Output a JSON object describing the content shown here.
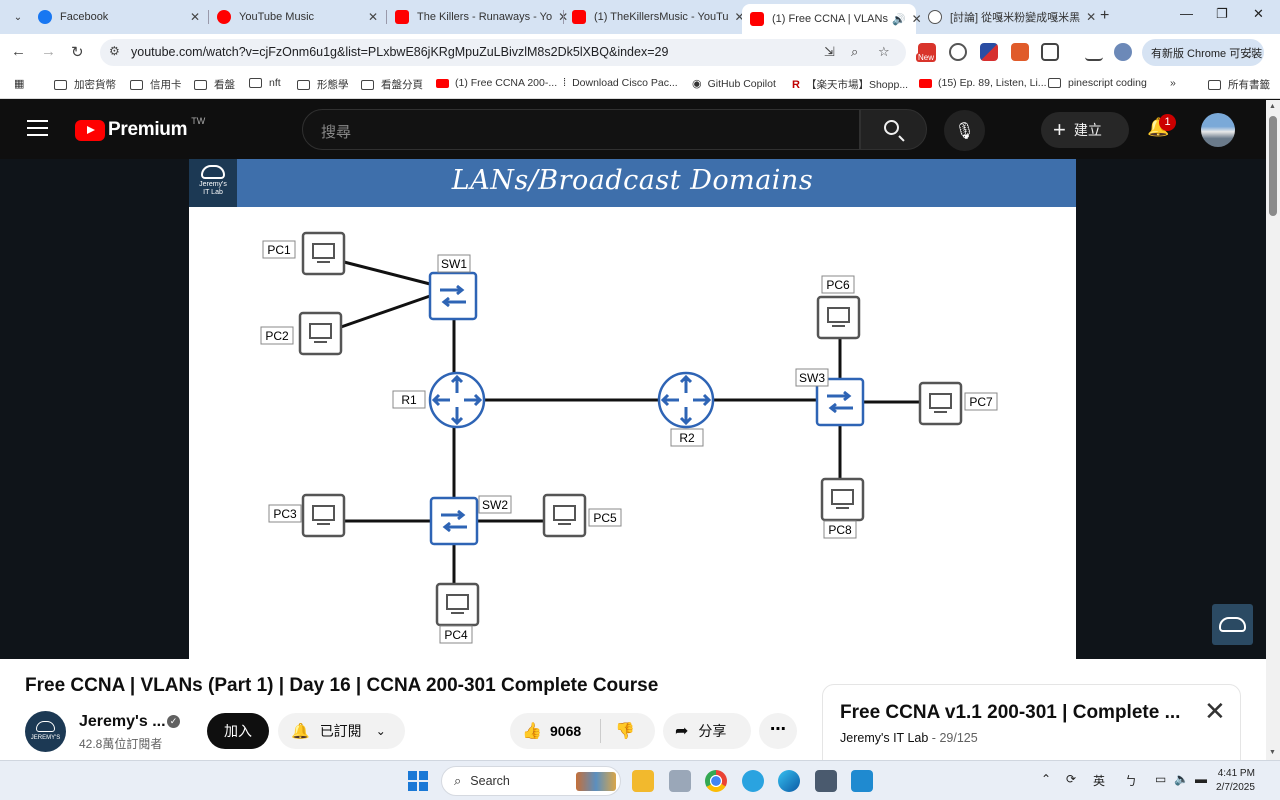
{
  "browser": {
    "tabs": [
      {
        "title": "Facebook",
        "favicon": "facebook-icon"
      },
      {
        "title": "YouTube Music",
        "favicon": "youtube-music-icon"
      },
      {
        "title": "The Killers - Runaways - Yo",
        "favicon": "youtube-icon"
      },
      {
        "title": "(1) TheKillersMusic - YouTu",
        "favicon": "youtube-icon"
      },
      {
        "title": "(1) Free CCNA | VLANs",
        "favicon": "youtube-icon"
      },
      {
        "title": "[討論] 從嘎米粉變成嘎米黑",
        "favicon": "globe-icon"
      }
    ],
    "active_tab_index": 4,
    "url": "youtube.com/watch?v=cjFzOnm6u1g&list=PLxbwE86jKRgMpuZuLBivzlM8s2Dk5lXBQ&index=29",
    "new_badge": "New",
    "update_button": "有新版 Chrome 可安裝",
    "bookmarks": [
      "加密貨幣",
      "信用卡",
      "看盤",
      "nft",
      "形態學",
      "看盤分頁",
      "(1) Free CCNA 200-...",
      "Download Cisco Pac...",
      "GitHub Copilot",
      "【楽天市場】Shopp...",
      "(15) Ep. 89, Listen, Li...",
      "pinescript coding"
    ],
    "bookmarks_more": "»",
    "all_bookmarks": "所有書籤"
  },
  "youtube": {
    "logo_text": "Premium",
    "country": "TW",
    "search_placeholder": "搜尋",
    "create_label": "建立",
    "notification_count": "1"
  },
  "slide": {
    "title": "LANs/Broadcast Domains",
    "logo_line1": "Jeremy's",
    "logo_line2": "IT Lab",
    "devices": {
      "pc1": "PC1",
      "pc2": "PC2",
      "pc3": "PC3",
      "pc4": "PC4",
      "pc5": "PC5",
      "pc6": "PC6",
      "pc7": "PC7",
      "pc8": "PC8",
      "sw1": "SW1",
      "sw2": "SW2",
      "sw3": "SW3",
      "r1": "R1",
      "r2": "R2"
    },
    "colors": {
      "header": "#3e6fab",
      "device": "#2e64b5"
    }
  },
  "video": {
    "title": "Free CCNA | VLANs (Part 1) | Day 16 | CCNA 200-301 Complete Course",
    "channel_name": "Jeremy's ...",
    "channel_avatar_text": "JEREMY'S",
    "subscribers": "42.8萬位訂閱者",
    "join_label": "加入",
    "subscribed_label": "已訂閱",
    "likes": "9068",
    "share_label": "分享",
    "more_label": "⋯"
  },
  "playlist": {
    "title": "Free CCNA v1.1 200-301 | Complete ...",
    "channel": "Jeremy's IT Lab",
    "position": "29/125"
  },
  "taskbar": {
    "search_label": "Search",
    "ime": "英",
    "time": "4:41 PM",
    "date": "2/7/2025"
  }
}
